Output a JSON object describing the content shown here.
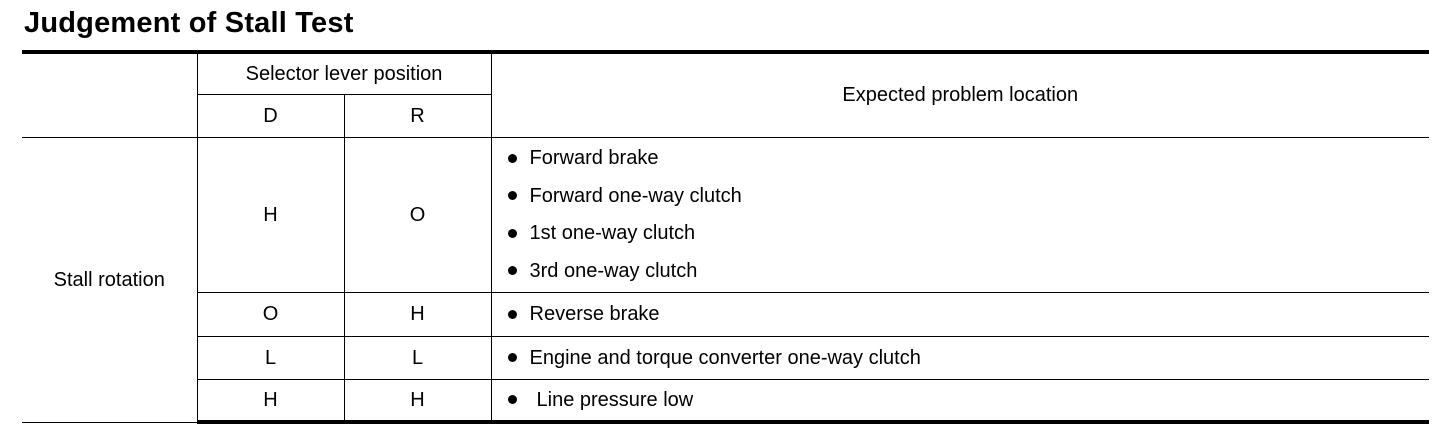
{
  "title": "Judgement of Stall Test",
  "table": {
    "header": {
      "selector_lever_position": "Selector lever position",
      "col_d": "D",
      "col_r": "R",
      "expected_problem_location": "Expected problem location"
    },
    "row_group_label": "Stall rotation",
    "rows": [
      {
        "d": "H",
        "r": "O",
        "problems": [
          "Forward brake",
          "Forward one-way clutch",
          "1st one-way clutch",
          "3rd one-way clutch"
        ]
      },
      {
        "d": "O",
        "r": "H",
        "problems": [
          "Reverse brake"
        ]
      },
      {
        "d": "L",
        "r": "L",
        "problems": [
          "Engine and torque converter one-way clutch"
        ]
      },
      {
        "d": "H",
        "r": "H",
        "problems": [
          "Line pressure low"
        ]
      }
    ]
  }
}
